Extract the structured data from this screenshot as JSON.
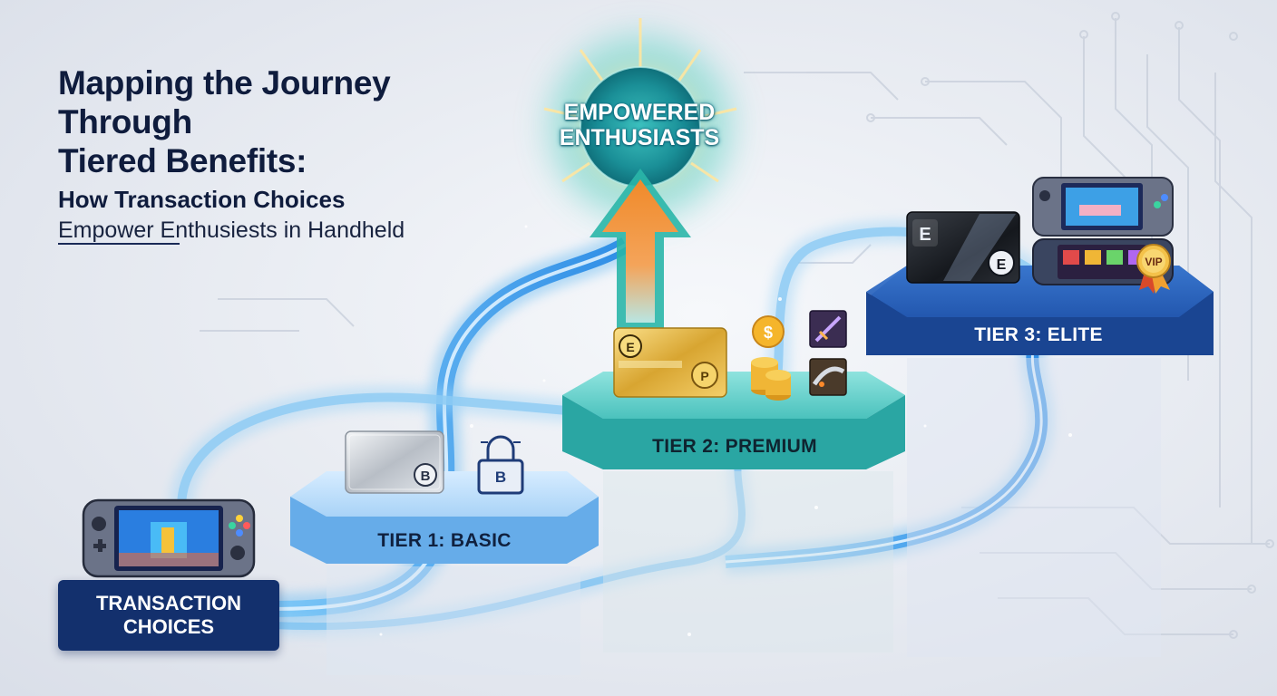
{
  "title": {
    "line1": "Mapping the Journey",
    "line2": "Through",
    "line3": "Tiered Benefits:",
    "subtitle1": "How Transaction Choices",
    "subtitle2": "Empower Enthusiests in Handheld"
  },
  "goal": {
    "line1": "EMPOWERED",
    "line2": "ENTHUSIASTS"
  },
  "start": {
    "line1": "TRANSACTION",
    "line2": "CHOICES"
  },
  "tiers": [
    {
      "label": "TIER 1: BASIC",
      "color": "#6fb2ee"
    },
    {
      "label": "TIER 2: PREMIUM",
      "color": "#2bb3b0"
    },
    {
      "label": "TIER 3: ELITE",
      "color": "#1c4fa0"
    }
  ],
  "icons": {
    "tier1": {
      "card_badge": "B",
      "lock_badge": "B"
    },
    "tier2": {
      "card_badge": "E",
      "coin_badge": "P",
      "coin_symbol": "$"
    },
    "tier3": {
      "card_badge": "E",
      "card_badge2": "E",
      "vip_badge": "VIP"
    }
  },
  "colors": {
    "path_glow": "#39a8f0",
    "arrow_orange": "#f27a2a",
    "arrow_teal": "#2ab6a8",
    "navy": "#13306d"
  }
}
